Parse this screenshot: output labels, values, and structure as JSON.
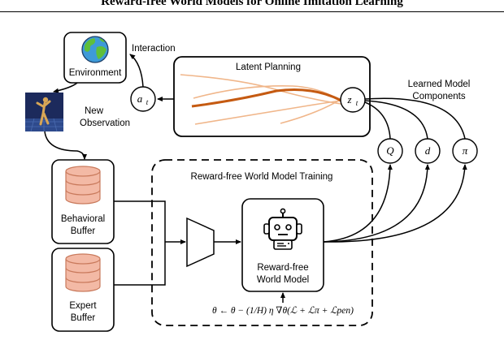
{
  "header": {
    "title": "Reward-free World Models for Online Imitation Learning"
  },
  "diagram": {
    "environment_label": "Environment",
    "interaction_label": "Interaction",
    "new_observation_line1": "New",
    "new_observation_line2": "Observation",
    "action_node": "a",
    "action_sub": "t",
    "latent_planning_label": "Latent Planning",
    "latent_node": "z",
    "latent_sub": "t",
    "learned_components_line1": "Learned Model",
    "learned_components_line2": "Components",
    "q_node": "Q",
    "d_node": "d",
    "pi_node": "π",
    "behavioral_buffer_line1": "Behavioral",
    "behavioral_buffer_line2": "Buffer",
    "expert_buffer_line1": "Expert",
    "expert_buffer_line2": "Buffer",
    "training_label": "Reward-free World Model Training",
    "world_model_line1": "Reward-free",
    "world_model_line2": "World Model",
    "update_rule": "θ ← θ − (1/H) η ∇θ(ℒ + ℒπ + ℒpen)"
  },
  "colors": {
    "globe_ocean": "#3e9ad8",
    "globe_land": "#5fbf3a",
    "buffer_fill": "#f3b9a5",
    "buffer_stroke": "#c97a5c",
    "plan_main": "#c55a11",
    "plan_light": "#f0b68a",
    "robot_tile": "#1c2a5c"
  }
}
